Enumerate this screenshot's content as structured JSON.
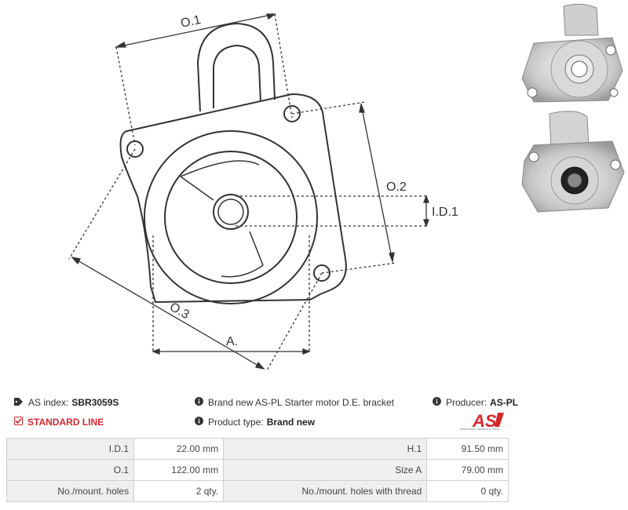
{
  "drawing": {
    "labels": {
      "o1": "O.1",
      "o2": "O.2",
      "o3": "O.3",
      "id1": "I.D.1",
      "a": "A."
    }
  },
  "info": {
    "index_label": "AS index:",
    "index_value": "SBR3059S",
    "standard_line": "STANDARD LINE",
    "description": "Brand new AS-PL Starter motor D.E. bracket",
    "product_type_label": "Product type:",
    "product_type_value": "Brand new",
    "producer_label": "Producer:",
    "producer_value": "AS-PL"
  },
  "logo": {
    "text": "AS",
    "subtitle": "Alternators, Starters & Parts",
    "color": "#d7262e"
  },
  "specs": [
    {
      "l1": "I.D.1",
      "v1": "22.00 mm",
      "l2": "H.1",
      "v2": "91.50 mm"
    },
    {
      "l1": "O.1",
      "v1": "122.00 mm",
      "l2": "Size A",
      "v2": "79.00 mm"
    },
    {
      "l1": "No./mount. holes",
      "v1": "2 qty.",
      "l2": "No./mount. holes with thread",
      "v2": "0 qty."
    }
  ]
}
